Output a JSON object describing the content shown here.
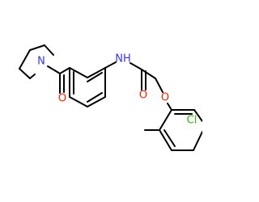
{
  "molecule": {
    "atoms": {
      "n_pyrrolidine": {
        "label": "N",
        "color": "#3333ff"
      },
      "o_ketone": {
        "label": "O",
        "color": "#ff2200"
      },
      "nh_amide": {
        "label": "NH",
        "color": "#3333ff"
      },
      "o_amide": {
        "label": "O",
        "color": "#ff2200"
      },
      "o_ether": {
        "label": "O",
        "color": "#ff2200"
      },
      "cl": {
        "label": "Cl",
        "color": "#22bb00"
      }
    }
  }
}
